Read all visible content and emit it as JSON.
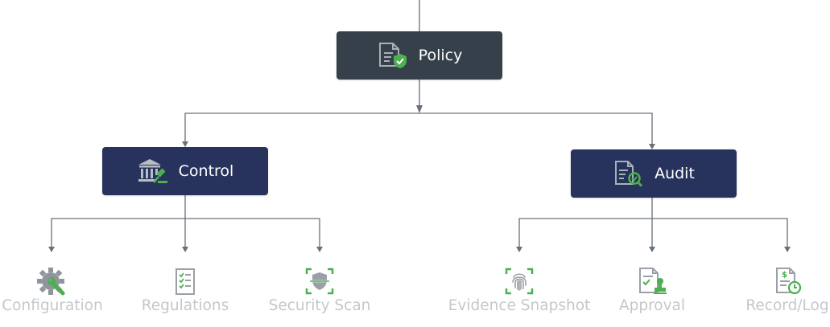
{
  "colors": {
    "policy_bg": "#36404a",
    "branch_bg": "#27335c",
    "connector": "#68717a",
    "icon_grey": "#9aa0a6",
    "icon_green": "#4caf50",
    "leaf_text": "#c4c8cc"
  },
  "root": {
    "label": "Policy",
    "icon": "document-shield-icon"
  },
  "branches": [
    {
      "label": "Control",
      "icon": "bank-gavel-icon",
      "children": [
        {
          "label": "Configuration",
          "icon": "gear-wrench-icon"
        },
        {
          "label": "Regulations",
          "icon": "checklist-icon"
        },
        {
          "label": "Security Scan",
          "icon": "shield-scan-icon"
        }
      ]
    },
    {
      "label": "Audit",
      "icon": "document-search-icon",
      "children": [
        {
          "label": "Evidence Snapshot",
          "icon": "fingerprint-scan-icon"
        },
        {
          "label": "Approval",
          "icon": "document-stamp-icon"
        },
        {
          "label": "Record/Log",
          "icon": "document-clock-icon"
        }
      ]
    }
  ]
}
